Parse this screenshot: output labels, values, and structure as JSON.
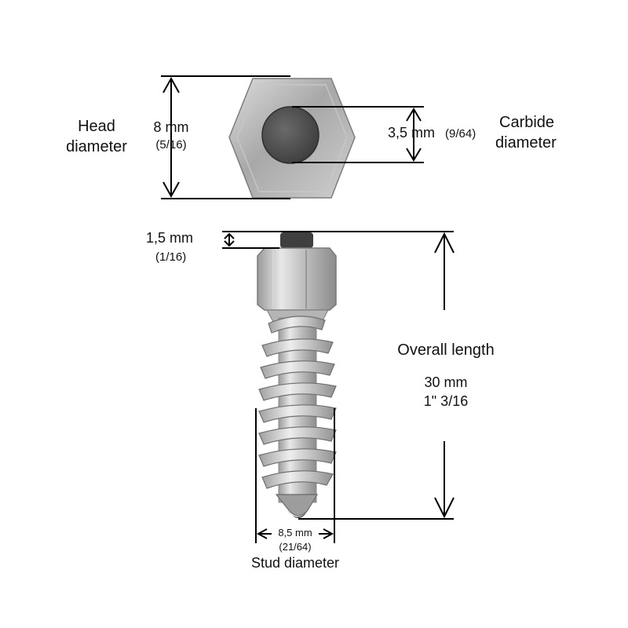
{
  "labels": {
    "head_title_1": "Head",
    "head_title_2": "diameter",
    "head_mm": "8 mm",
    "head_in": "(5/16)",
    "carbide_mm": "3,5 mm",
    "carbide_in": "(9/64)",
    "carbide_title_1": "Carbide",
    "carbide_title_2": "diameter",
    "protrusion_mm": "1,5  mm",
    "protrusion_in": "(1/16)",
    "overall_title": "Overall length",
    "overall_mm": "30 mm",
    "overall_in": "1\" 3/16",
    "stud_mm": "8,5 mm",
    "stud_in": "(21/64)",
    "stud_title": "Stud diameter"
  },
  "colors": {
    "line": "#000000",
    "metal_light": "#e4e4e4",
    "metal_mid": "#b9b9b9",
    "metal_dark": "#8a8a8a",
    "carbide": "#4a4a4a"
  }
}
